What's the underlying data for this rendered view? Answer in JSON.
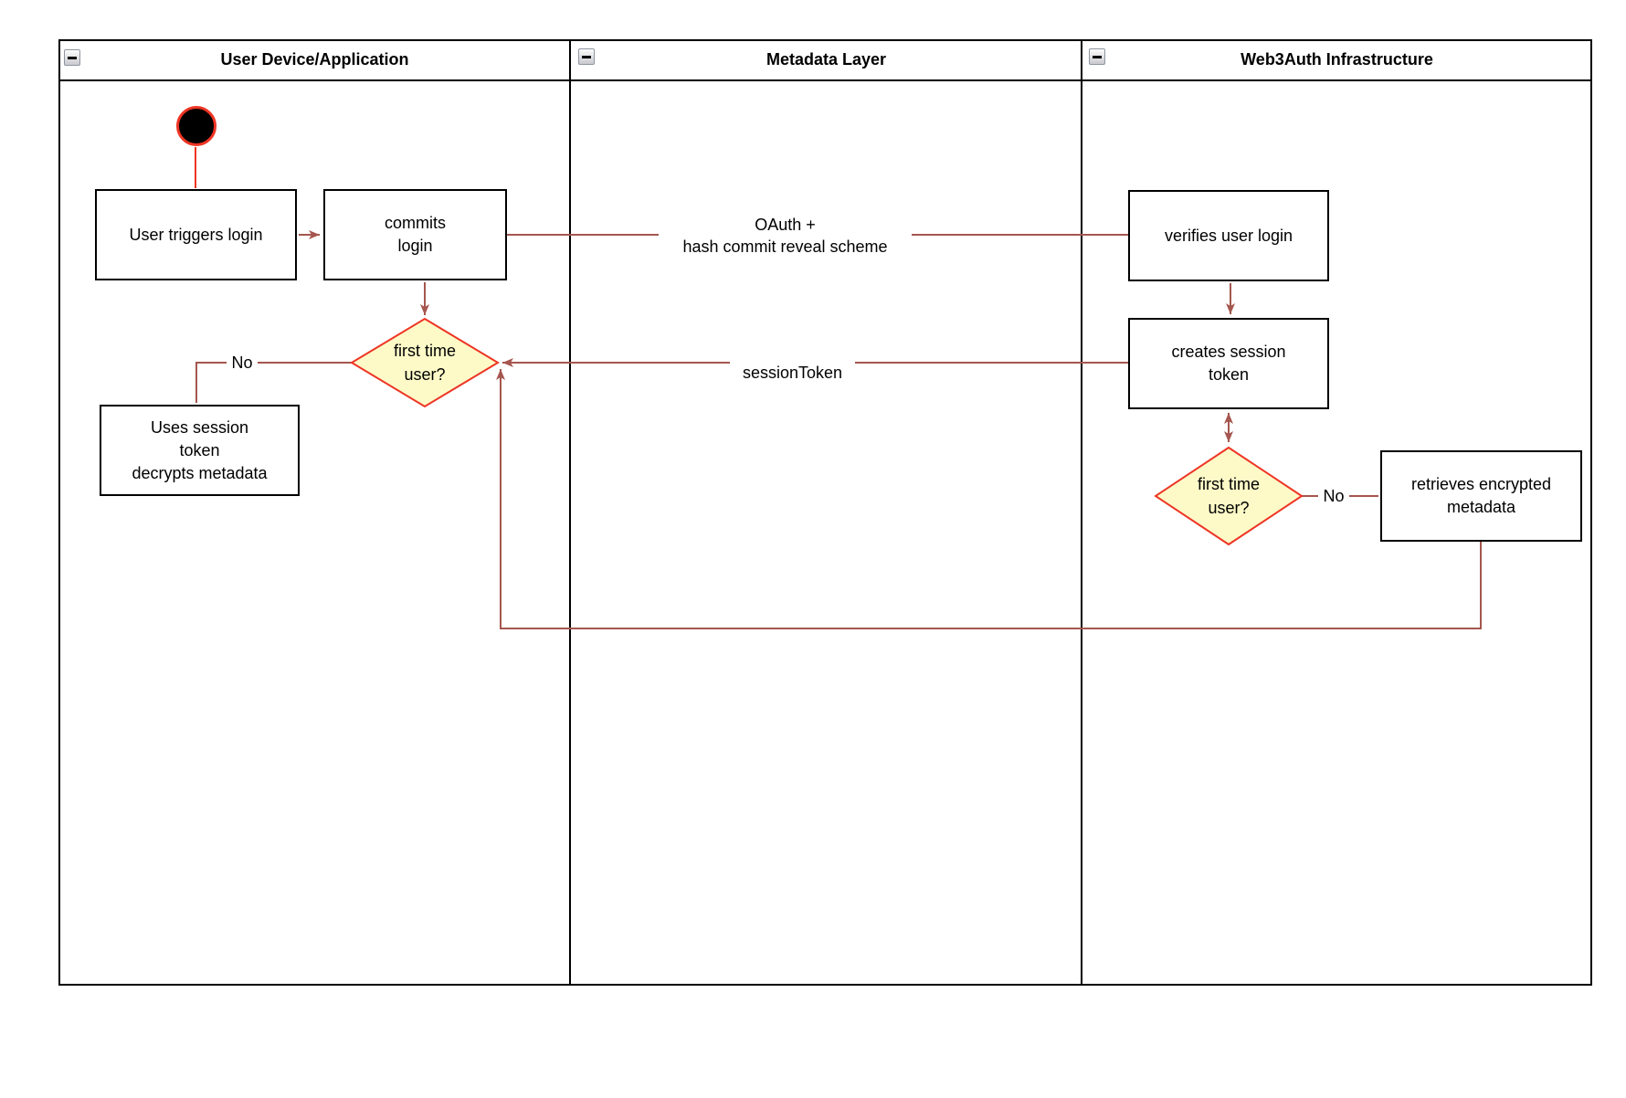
{
  "pool": {
    "lanes": [
      {
        "title": "User Device/Application",
        "collapse_icon": "minus"
      },
      {
        "title": "Metadata Layer",
        "collapse_icon": "minus"
      },
      {
        "title": "Web3Auth Infrastructure",
        "collapse_icon": "minus"
      }
    ]
  },
  "nodes": {
    "start": {
      "type": "initial-node"
    },
    "user_triggers_login": {
      "label": "User triggers login"
    },
    "commits_login": {
      "label": "commits\nlogin"
    },
    "first_time_user_1": {
      "label": "first time\nuser?"
    },
    "uses_session_token": {
      "label": "Uses session\ntoken\ndecrypts metadata"
    },
    "verifies_user_login": {
      "label": "verifies user login"
    },
    "creates_session_token": {
      "label": "creates session\ntoken"
    },
    "first_time_user_2": {
      "label": "first time\nuser?"
    },
    "retrieves_encrypted_metadata": {
      "label": "retrieves encrypted\nmetadata"
    }
  },
  "edge_labels": {
    "oauth": "OAuth +\nhash commit reveal scheme",
    "session_token": "sessionToken",
    "no_1": "No",
    "no_2": "No"
  },
  "colors": {
    "connector": "#A5564E",
    "highlight_red": "#EE3524",
    "decision_fill": "#FDFAC8",
    "shape_border": "#000000",
    "lane_border": "#000000"
  }
}
